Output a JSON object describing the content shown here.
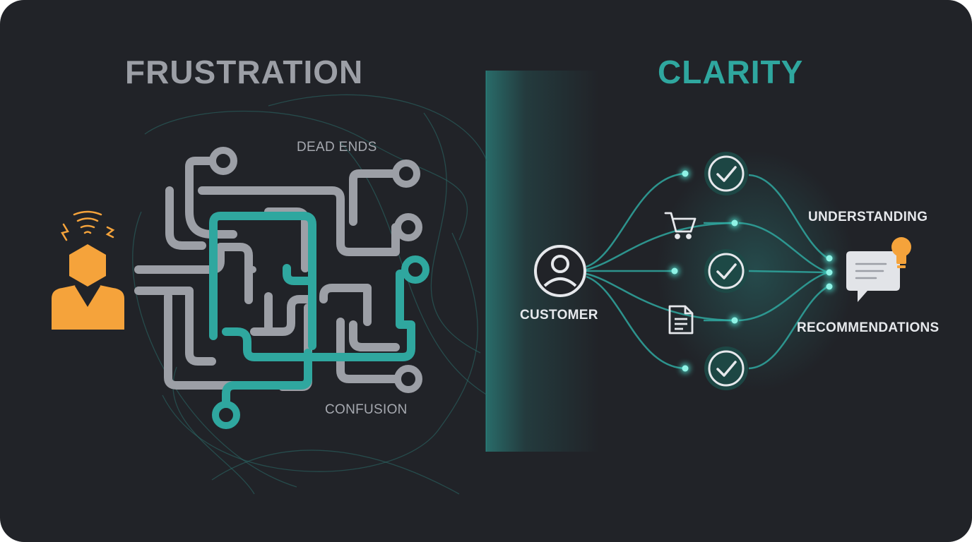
{
  "colors": {
    "background": "#212328",
    "frustration_gray": "#9c9fa6",
    "teal": "#2fa79f",
    "teal_bright": "#4de0cf",
    "orange": "#f5a33b",
    "label_gray": "#a6a9b0",
    "label_light": "#e6e8ec"
  },
  "left": {
    "heading": "FRUSTRATION",
    "label_dead_ends": "DEAD ENDS",
    "label_confusion": "CONFUSION",
    "person_icon": "frustrated-person-icon"
  },
  "right": {
    "heading": "CLARITY",
    "label_customer": "CUSTOMER",
    "label_understanding": "UNDERSTANDING",
    "label_recommendations": "RECOMMENDATIONS",
    "icons": [
      "customer-avatar-icon",
      "check-circle-icon",
      "cart-icon",
      "document-icon",
      "chat-bubble-icon",
      "lightbulb-icon"
    ]
  }
}
